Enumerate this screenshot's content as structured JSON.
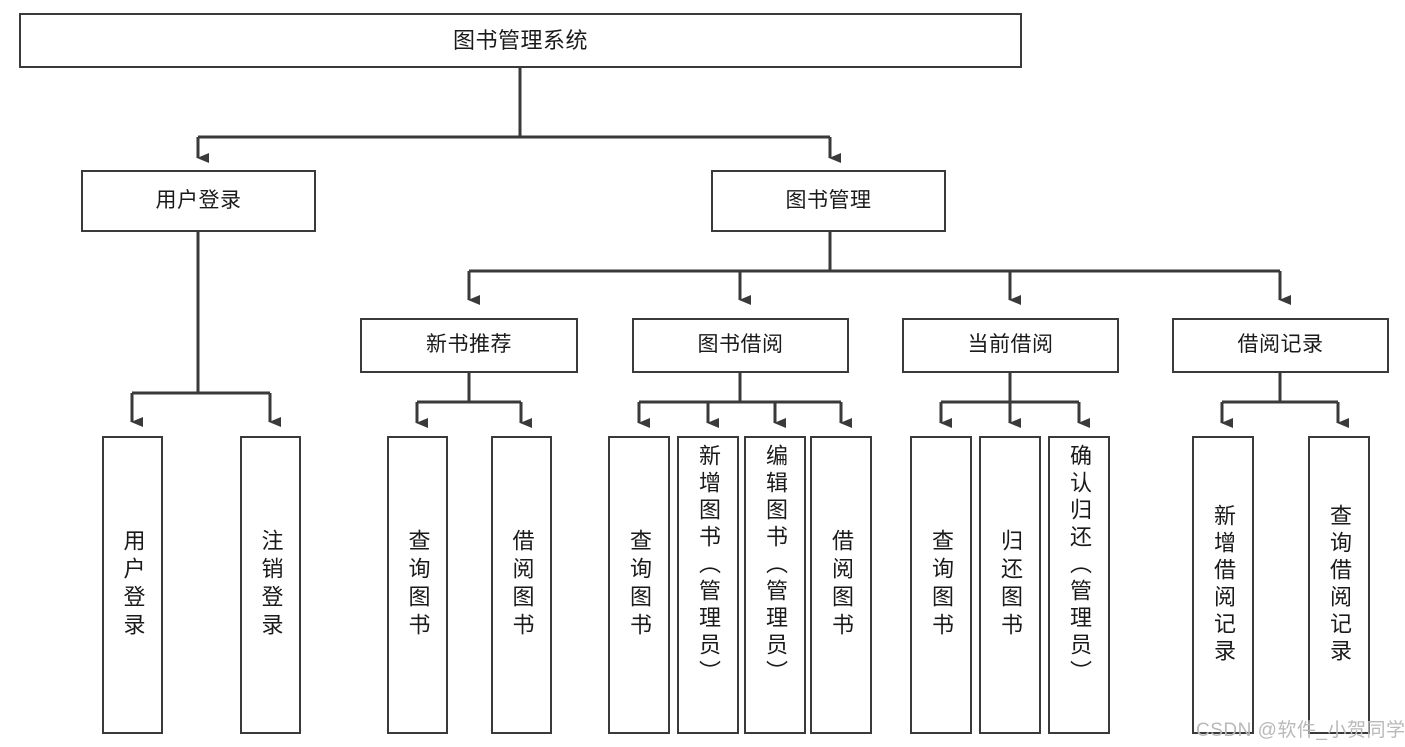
{
  "diagram": {
    "title": "图书管理系统",
    "type": "tree-hierarchy-chart",
    "root": {
      "label": "图书管理系统"
    },
    "level2": [
      {
        "label": "用户登录"
      },
      {
        "label": "图书管理"
      }
    ],
    "level3": [
      {
        "label": "新书推荐"
      },
      {
        "label": "图书借阅"
      },
      {
        "label": "当前借阅"
      },
      {
        "label": "借阅记录"
      }
    ],
    "leaves": {
      "user_login": [
        {
          "label": "用户登录"
        },
        {
          "label": "注销登录"
        }
      ],
      "new_book_recommend": [
        {
          "label": "查询图书"
        },
        {
          "label": "借阅图书"
        }
      ],
      "book_borrow": [
        {
          "label": "查询图书"
        },
        {
          "label": "新增图书（管理员）"
        },
        {
          "label": "编辑图书（管理员）"
        },
        {
          "label": "借阅图书"
        }
      ],
      "current_borrow": [
        {
          "label": "查询图书"
        },
        {
          "label": "归还图书"
        },
        {
          "label": "确认归还（管理员）"
        }
      ],
      "borrow_record": [
        {
          "label": "新增借阅记录"
        },
        {
          "label": "查询借阅记录"
        }
      ]
    }
  },
  "watermark": {
    "text": "CSDN @软件_小贺同学"
  },
  "colors": {
    "stroke": "#3a3a3a",
    "box_fill": "#ffffff",
    "text": "#1a1a1a",
    "watermark": "#b9b9b9"
  }
}
